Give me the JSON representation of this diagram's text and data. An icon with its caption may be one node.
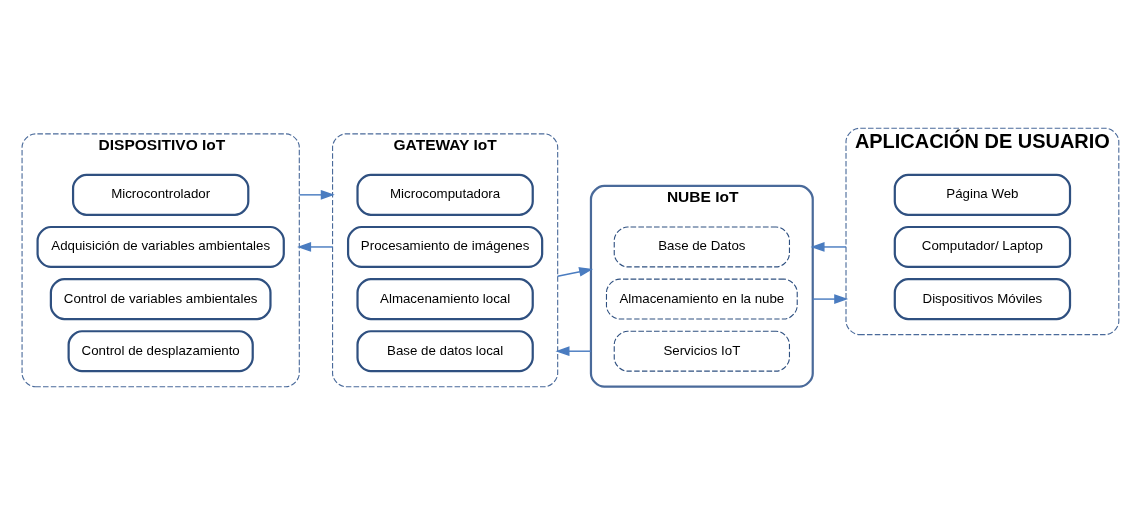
{
  "diagram": {
    "nodes": [
      {
        "text": [
          "DISPOSITIVO IoT"
        ]
      },
      {
        "text": [
          "Microcontrolador"
        ],
        "in": 0
      },
      {
        "text": [
          "Adquisición de variables ambientales"
        ],
        "in": 0
      },
      {
        "text": [
          "Control de variables ambientales"
        ],
        "in": 0
      },
      {
        "text": [
          "Control de desplazamiento"
        ],
        "in": 0
      },
      {
        "text": [
          "GATEWAY IoT"
        ]
      },
      {
        "text": [
          "Microcomputadora"
        ],
        "in": 5
      },
      {
        "text": [
          "Procesamiento de imágenes"
        ],
        "in": 5
      },
      {
        "text": [
          "Almacenamiento local"
        ],
        "in": 5
      },
      {
        "text": [
          "Base de datos local"
        ],
        "in": 5
      },
      {
        "text": [
          "NUBE IoT"
        ]
      },
      {
        "text": [
          "Servicios IoT"
        ],
        "in": 10
      },
      {
        "text": [
          "Almacenamiento en la nube"
        ],
        "in": 10
      },
      {
        "text": [
          "Base de Datos"
        ],
        "in": 10
      },
      {
        "text": [
          "APLICACIÓN DE USUARIO"
        ]
      },
      {
        "text": [
          "Página Web"
        ],
        "in": 14
      },
      {
        "text": [
          "Dispositivos Móviles"
        ],
        "in": 14
      },
      {
        "text": [
          "Computador/ Laptop"
        ],
        "in": 14
      }
    ],
    "edges": [
      {
        "from": 0,
        "to": 5,
        "arrow": "to"
      },
      {
        "from": 5,
        "to": 0,
        "arrow": "to"
      },
      {
        "from": 5,
        "to": 10,
        "arrow": "to"
      },
      {
        "from": 10,
        "to": 5,
        "arrow": "to"
      },
      {
        "from": 10,
        "to": 14,
        "arrow": "to"
      },
      {
        "from": 14,
        "to": 10,
        "arrow": "to"
      }
    ]
  }
}
